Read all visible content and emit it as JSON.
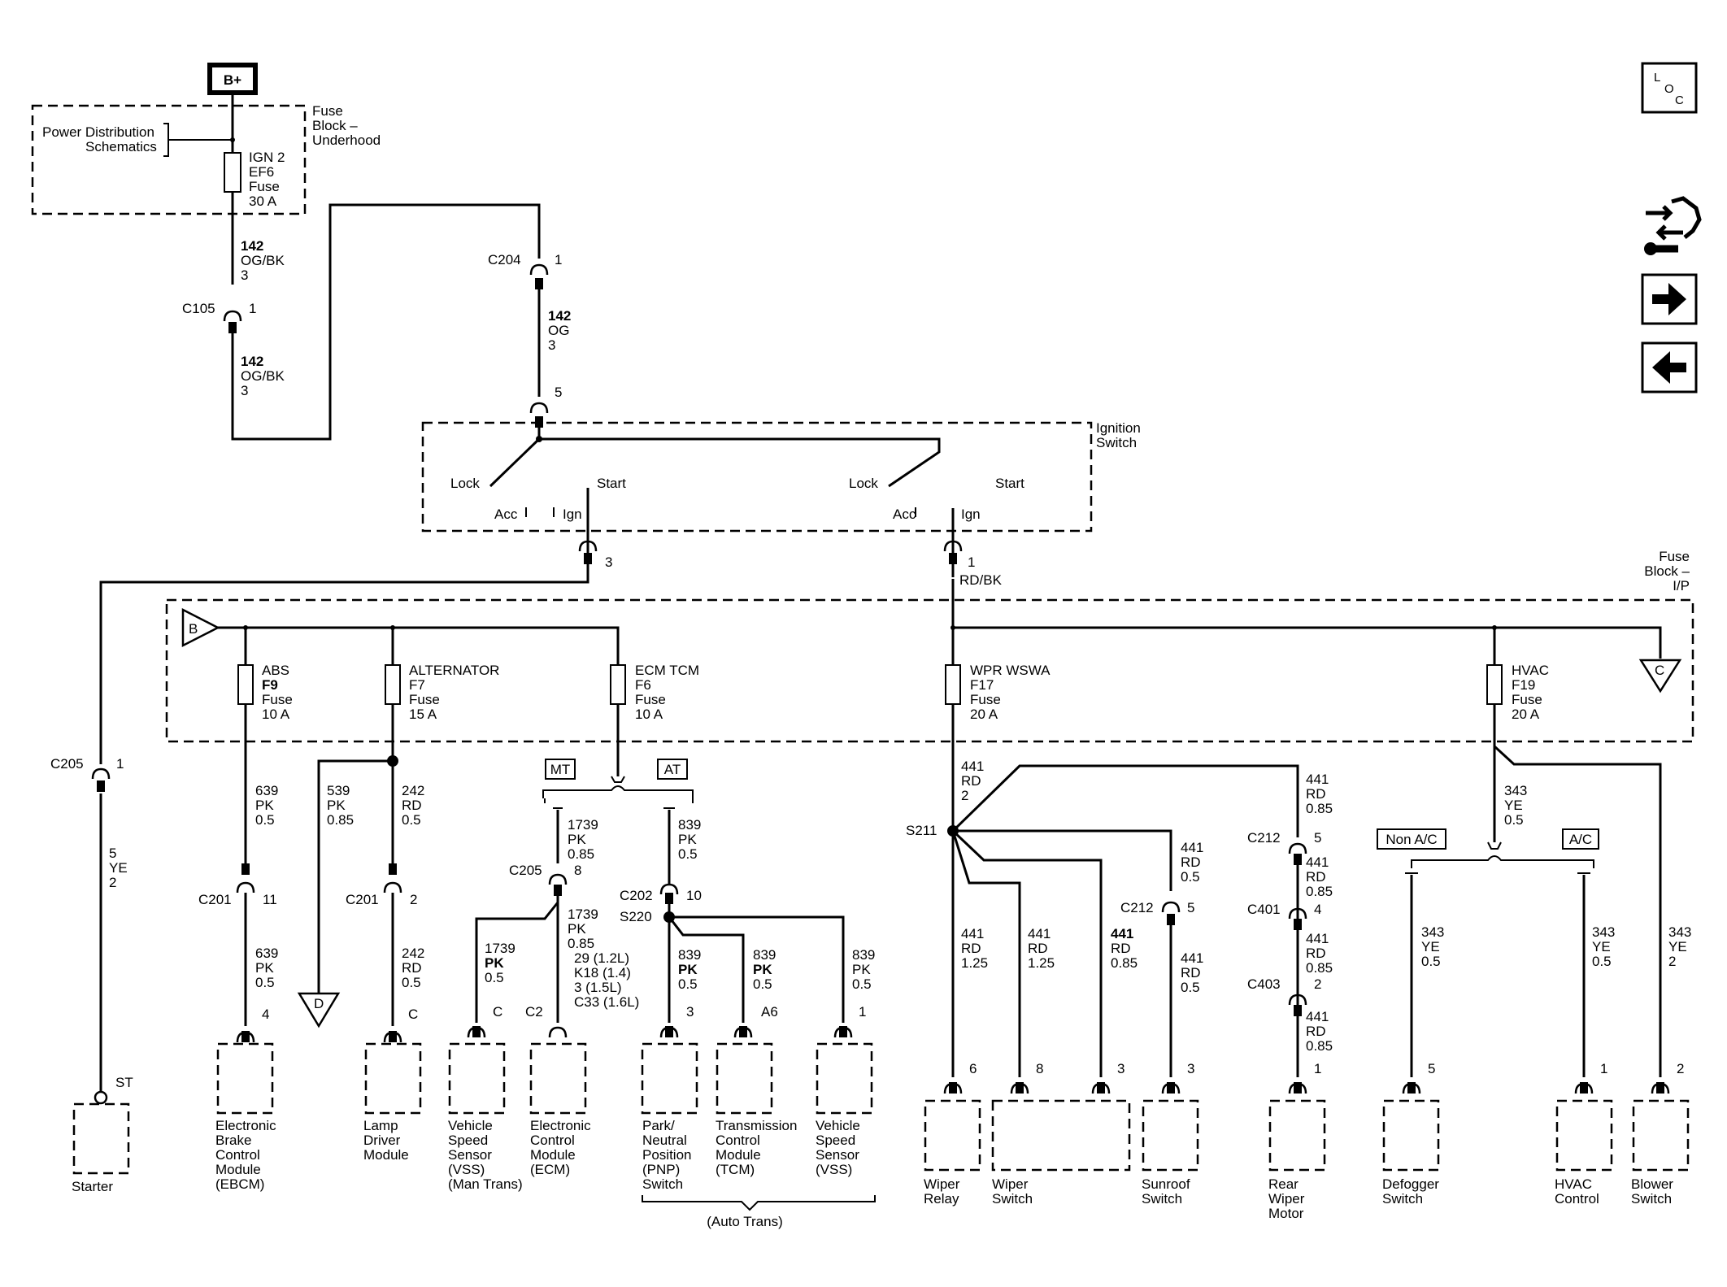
{
  "power": {
    "bplus": "B+",
    "pds_l1": "Power Distribution",
    "pds_l2": "Schematics"
  },
  "fuse_block_underhood": {
    "l1": "Fuse",
    "l2": "Block –",
    "l3": "Underhood"
  },
  "ef6": {
    "l1": "IGN 2",
    "l2": "EF6",
    "l3": "Fuse",
    "l4": "30 A"
  },
  "wires": {
    "w142a": [
      "142",
      "OG/BK",
      "3"
    ],
    "w142b": [
      "142",
      "OG/BK",
      "3"
    ],
    "w142c": [
      "142",
      "OG",
      "3"
    ],
    "w5ye": [
      "5",
      "YE",
      "2"
    ],
    "w639a": [
      "639",
      "PK",
      "0.5"
    ],
    "w639b": [
      "639",
      "PK",
      "0.5"
    ],
    "w539": [
      "539",
      "PK",
      "0.85"
    ],
    "w242a": [
      "242",
      "RD",
      "0.5"
    ],
    "w242b": [
      "242",
      "RD",
      "0.5"
    ],
    "w1739a": [
      "1739",
      "PK",
      "0.85"
    ],
    "w1739b": [
      "1739",
      "PK",
      "0.85"
    ],
    "w1739c": [
      "1739",
      "PK",
      "0.5"
    ],
    "w839a": [
      "839",
      "PK",
      "0.5"
    ],
    "w839b": [
      "839",
      "PK",
      "0.5"
    ],
    "w839c": [
      "839",
      "PK",
      "0.5"
    ],
    "w839d": [
      "839",
      "PK",
      "0.5"
    ],
    "rdbk": "RD/BK",
    "w441a": [
      "441",
      "RD",
      "2"
    ],
    "w441b": [
      "441",
      "RD",
      "1.25"
    ],
    "w441c": [
      "441",
      "RD",
      "1.25"
    ],
    "w441d": [
      "441",
      "RD",
      "0.85"
    ],
    "w441e": [
      "441",
      "RD",
      "0.5"
    ],
    "w441f": [
      "441",
      "RD",
      "0.5"
    ],
    "w441g": [
      "441",
      "RD",
      "0.85"
    ],
    "w441h": [
      "441",
      "RD",
      "0.85"
    ],
    "w441i": [
      "441",
      "RD",
      "0.85"
    ],
    "w441j": [
      "441",
      "RD",
      "0.85"
    ],
    "w343a": [
      "343",
      "YE",
      "0.5"
    ],
    "w343b": [
      "343",
      "YE",
      "0.5"
    ],
    "w343c": [
      "343",
      "YE",
      "0.5"
    ],
    "w343d": [
      "343",
      "YE",
      "2"
    ]
  },
  "connectors": {
    "c204": "C204",
    "c204p": "1",
    "c105": "C105",
    "c105p": "1",
    "ign_pin5": "5",
    "ign_pin3": "3",
    "ign_pin1": "1",
    "c205": "C205",
    "c205p": "1",
    "c201a": "C201",
    "c201ap": "11",
    "c201b": "C201",
    "c201bp": "2",
    "c205b": "C205",
    "c205bp": "8",
    "c202": "C202",
    "c202p": "10",
    "s220": "S220",
    "s211": "S211",
    "c212a": "C212",
    "c212ap": "5",
    "c212b": "C212",
    "c212bp": "5",
    "c401": "C401",
    "c401p": "4",
    "c403": "C403",
    "c403p": "2"
  },
  "ignition": {
    "title_l1": "Ignition",
    "title_l2": "Switch",
    "lock": "Lock",
    "start": "Start",
    "acc": "Acc",
    "ign": "Ign"
  },
  "fuse_block_ip": {
    "l1": "Fuse",
    "l2": "Block –",
    "l3": "I/P",
    "tri_b": "B",
    "tri_c": "C",
    "tri_d": "D"
  },
  "fuses": [
    {
      "name": "ABS",
      "id": "F9",
      "type": "Fuse",
      "amp": "10 A"
    },
    {
      "name": "ALTERNATOR",
      "id": "F7",
      "type": "Fuse",
      "amp": "15 A"
    },
    {
      "name": "ECM TCM",
      "id": "F6",
      "type": "Fuse",
      "amp": "10 A"
    },
    {
      "name": "WPR WSWA",
      "id": "F17",
      "type": "Fuse",
      "amp": "20 A"
    },
    {
      "name": "HVAC",
      "id": "F19",
      "type": "Fuse",
      "amp": "20 A"
    }
  ],
  "options": {
    "mt": "MT",
    "at": "AT",
    "nonac": "Non A/C",
    "ac": "A/C",
    "auto_trans": "(Auto Trans)"
  },
  "ecm_pins": {
    "l1": "29 (1.2L)",
    "l2": "K18 (1.4)",
    "l3": "3 (1.5L)",
    "l4": "C33 (1.6L)"
  },
  "pins": {
    "starter": "ST",
    "ebcm": "4",
    "ldm": "C",
    "vss_mt": "C",
    "ecm": "C2",
    "pnp": "3",
    "tcm": "A6",
    "vss_at": "1",
    "wiper_relay": "6",
    "wiper_sw_a": "8",
    "wiper_sw_b": "3",
    "sunroof": "3",
    "rear_wiper": "1",
    "defogger": "5",
    "hvac_ctrl": "1",
    "blower": "2"
  },
  "components": {
    "starter": [
      "Starter"
    ],
    "ebcm": [
      "Electronic",
      "Brake",
      "Control",
      "Module",
      "(EBCM)"
    ],
    "ldm": [
      "Lamp",
      "Driver",
      "Module"
    ],
    "vss_mt": [
      "Vehicle",
      "Speed",
      "Sensor",
      "(VSS)",
      "(Man Trans)"
    ],
    "ecm": [
      "Electronic",
      "Control",
      "Module",
      "(ECM)"
    ],
    "pnp": [
      "Park/",
      "Neutral",
      "Position",
      "(PNP)",
      "Switch"
    ],
    "tcm": [
      "Transmission",
      "Control",
      "Module",
      "(TCM)"
    ],
    "vss_at": [
      "Vehicle",
      "Speed",
      "Sensor",
      "(VSS)"
    ],
    "wiper_relay": [
      "Wiper",
      "Relay"
    ],
    "wiper_switch": [
      "Wiper",
      "Switch"
    ],
    "sunroof": [
      "Sunroof",
      "Switch"
    ],
    "rear_wiper": [
      "Rear",
      "Wiper",
      "Motor"
    ],
    "defogger": [
      "Defogger",
      "Switch"
    ],
    "hvac_ctrl": [
      "HVAC",
      "Control"
    ],
    "blower": [
      "Blower",
      "Switch"
    ]
  },
  "nav": {
    "loc": [
      "L",
      "O",
      "C"
    ]
  }
}
